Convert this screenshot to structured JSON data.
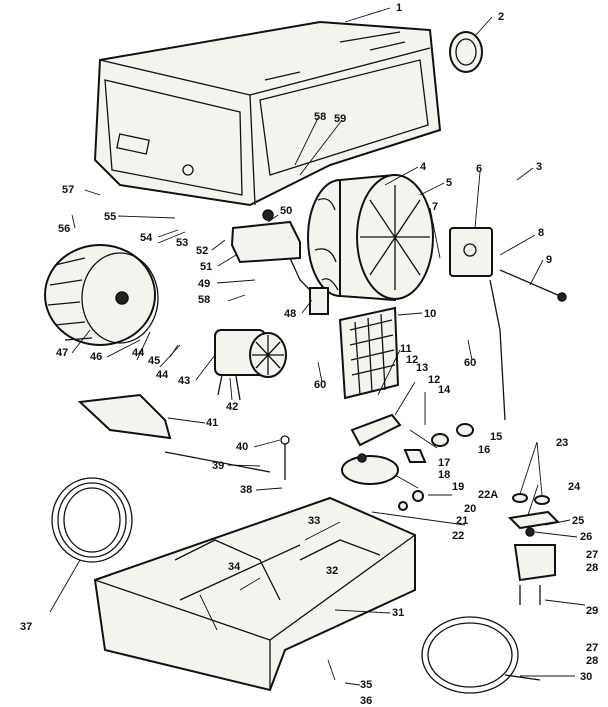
{
  "diagram": {
    "callouts": [
      {
        "id": "c1",
        "text": "1"
      },
      {
        "id": "c2",
        "text": "2"
      },
      {
        "id": "c3",
        "text": "3"
      },
      {
        "id": "c4",
        "text": "4"
      },
      {
        "id": "c5",
        "text": "5"
      },
      {
        "id": "c6",
        "text": "6"
      },
      {
        "id": "c7",
        "text": "7"
      },
      {
        "id": "c8",
        "text": "8"
      },
      {
        "id": "c9",
        "text": "9"
      },
      {
        "id": "c10",
        "text": "10"
      },
      {
        "id": "c11",
        "text": "11"
      },
      {
        "id": "c12a",
        "text": "12"
      },
      {
        "id": "c12b",
        "text": "12"
      },
      {
        "id": "c13",
        "text": "13"
      },
      {
        "id": "c14",
        "text": "14"
      },
      {
        "id": "c15",
        "text": "15"
      },
      {
        "id": "c16",
        "text": "16"
      },
      {
        "id": "c17",
        "text": "17"
      },
      {
        "id": "c18",
        "text": "18"
      },
      {
        "id": "c19",
        "text": "19"
      },
      {
        "id": "c20",
        "text": "20"
      },
      {
        "id": "c21",
        "text": "21"
      },
      {
        "id": "c22",
        "text": "22"
      },
      {
        "id": "c22a",
        "text": "22A"
      },
      {
        "id": "c23",
        "text": "23"
      },
      {
        "id": "c24",
        "text": "24"
      },
      {
        "id": "c25",
        "text": "25"
      },
      {
        "id": "c26",
        "text": "26"
      },
      {
        "id": "c27a",
        "text": "27"
      },
      {
        "id": "c27b",
        "text": "27"
      },
      {
        "id": "c28a",
        "text": "28"
      },
      {
        "id": "c28b",
        "text": "28"
      },
      {
        "id": "c29",
        "text": "29"
      },
      {
        "id": "c30",
        "text": "30"
      },
      {
        "id": "c31",
        "text": "31"
      },
      {
        "id": "c32",
        "text": "32"
      },
      {
        "id": "c33",
        "text": "33"
      },
      {
        "id": "c34",
        "text": "34"
      },
      {
        "id": "c35",
        "text": "35"
      },
      {
        "id": "c36",
        "text": "36"
      },
      {
        "id": "c37",
        "text": "37"
      },
      {
        "id": "c38",
        "text": "38"
      },
      {
        "id": "c39",
        "text": "39"
      },
      {
        "id": "c40",
        "text": "40"
      },
      {
        "id": "c41",
        "text": "41"
      },
      {
        "id": "c42",
        "text": "42"
      },
      {
        "id": "c43",
        "text": "43"
      },
      {
        "id": "c44a",
        "text": "44"
      },
      {
        "id": "c44b",
        "text": "44"
      },
      {
        "id": "c45",
        "text": "45"
      },
      {
        "id": "c46",
        "text": "46"
      },
      {
        "id": "c47",
        "text": "47"
      },
      {
        "id": "c48",
        "text": "48"
      },
      {
        "id": "c49",
        "text": "49"
      },
      {
        "id": "c50",
        "text": "50"
      },
      {
        "id": "c51",
        "text": "51"
      },
      {
        "id": "c52",
        "text": "52"
      },
      {
        "id": "c53",
        "text": "53"
      },
      {
        "id": "c54",
        "text": "54"
      },
      {
        "id": "c55",
        "text": "55"
      },
      {
        "id": "c56",
        "text": "56"
      },
      {
        "id": "c57",
        "text": "57"
      },
      {
        "id": "c58a",
        "text": "58"
      },
      {
        "id": "c58b",
        "text": "58"
      },
      {
        "id": "c59",
        "text": "59"
      },
      {
        "id": "c60a",
        "text": "60"
      },
      {
        "id": "c60b",
        "text": "60"
      }
    ]
  }
}
